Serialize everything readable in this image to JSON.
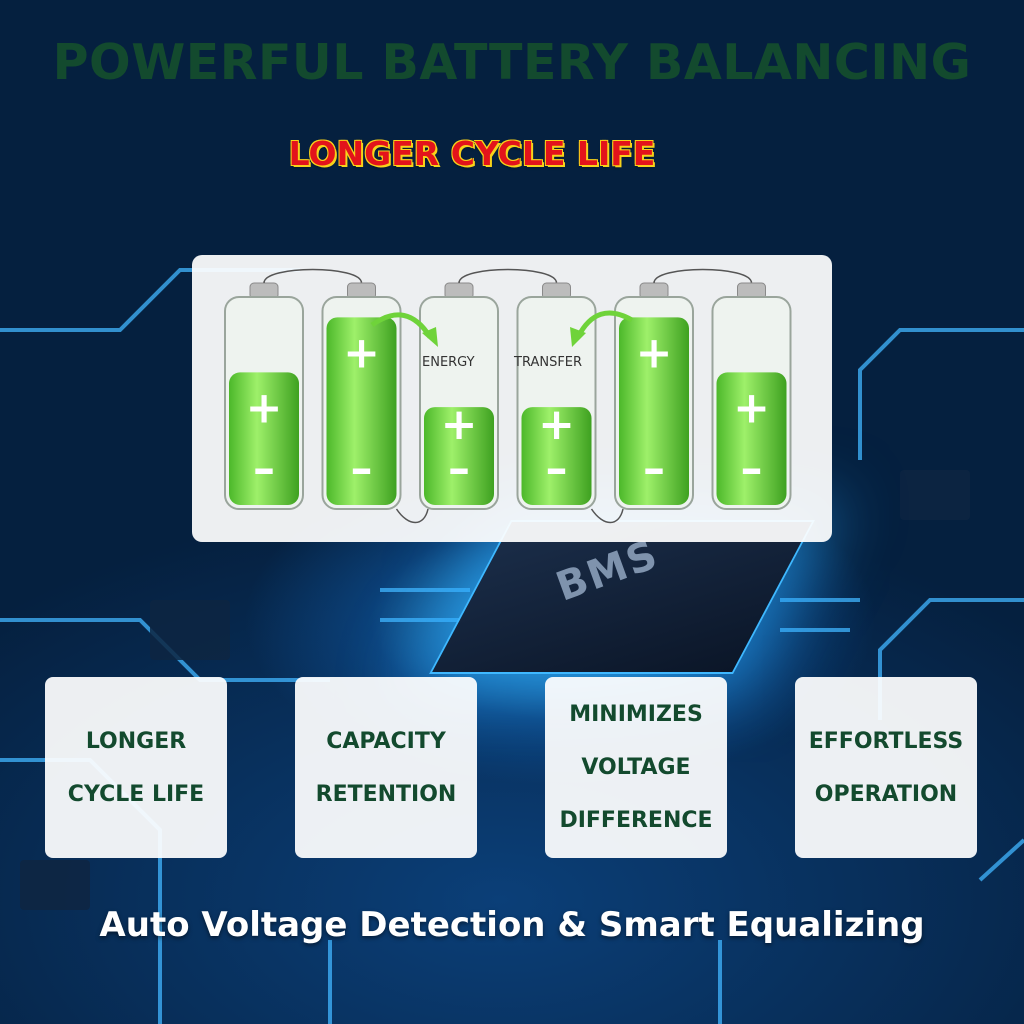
{
  "header": {
    "title": "POWERFUL BATTERY BALANCING",
    "subtitle": "LONGER CYCLE LIFE"
  },
  "diagram": {
    "transfer_left_label": "ENERGY",
    "transfer_right_label": "TRANSFER",
    "chip_label": "BMS",
    "batteries": [
      {
        "fill": 0.65,
        "plus": "+",
        "minus": "–"
      },
      {
        "fill": 0.92,
        "plus": "+",
        "minus": "–"
      },
      {
        "fill": 0.48,
        "plus": "+",
        "minus": "–"
      },
      {
        "fill": 0.48,
        "plus": "+",
        "minus": "–"
      },
      {
        "fill": 0.92,
        "plus": "+",
        "minus": "–"
      },
      {
        "fill": 0.65,
        "plus": "+",
        "minus": "–"
      }
    ]
  },
  "features": [
    {
      "lines": [
        "LONGER",
        "CYCLE LIFE"
      ]
    },
    {
      "lines": [
        "CAPACITY",
        "RETENTION"
      ]
    },
    {
      "lines": [
        "MINIMIZES",
        "VOLTAGE",
        "DIFFERENCE"
      ]
    },
    {
      "lines": [
        "EFFORTLESS",
        "OPERATION"
      ]
    }
  ],
  "footer": {
    "tagline": "Auto Voltage Detection & Smart Equalizing"
  },
  "colors": {
    "title_green": "#134a2e",
    "subtitle_red": "#e3131b",
    "subtitle_outline": "#f7d21a",
    "battery_green": "#6fd33a",
    "glow_blue": "#3fb8ff"
  }
}
